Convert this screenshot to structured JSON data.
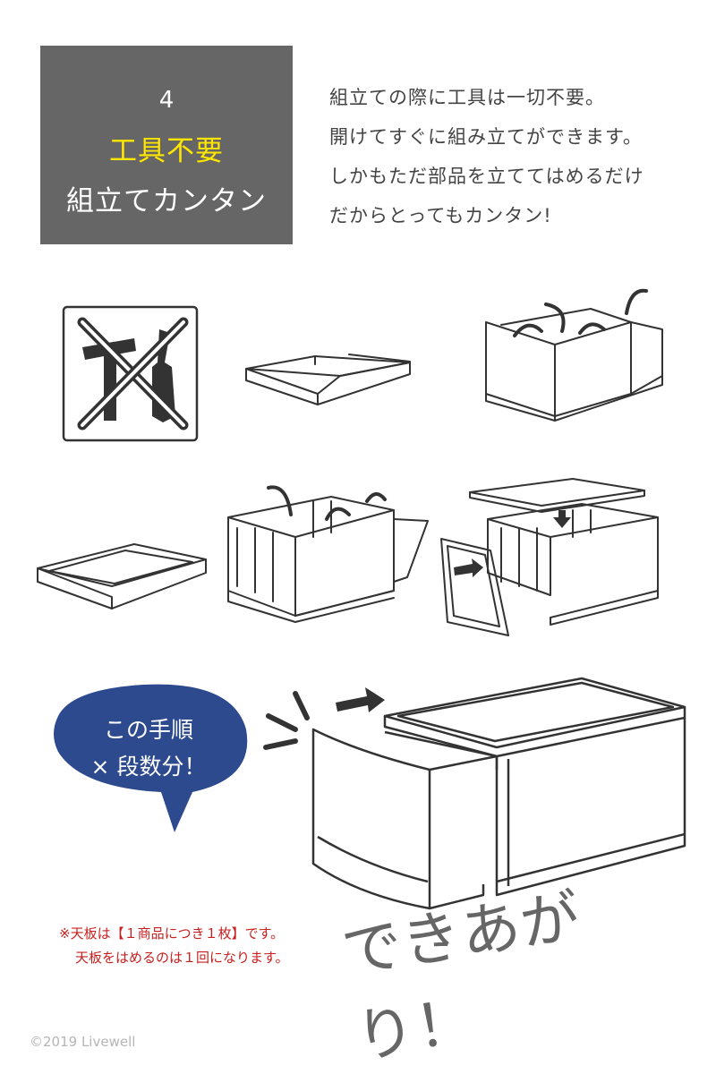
{
  "header": {
    "number": "4",
    "title": "工具不要",
    "subtitle": "組立てカンタン"
  },
  "description": {
    "lines": [
      "組立ての際に工具は一切不要。",
      "開けてすぐに組み立てができます。",
      "しかもただ部品を立ててはめるだけ",
      "だからとってもカンタン!"
    ]
  },
  "icons": {
    "no_tools": "no-tools-icon",
    "arrows": "rotate-arrow-icon"
  },
  "bubble": {
    "line1": "この手順",
    "line2": "× 段数分！",
    "color": "#2d4a8e"
  },
  "note": {
    "line1": "※天板は【１商品につき１枚】です。",
    "line2": "天板をはめるのは１回になります。",
    "color": "#c8201f"
  },
  "finish_text": "できあがり！",
  "copyright": "©2019 Livewell",
  "colors": {
    "header_bg": "#666666",
    "header_title": "#ffe600",
    "line_art": "#333333"
  }
}
